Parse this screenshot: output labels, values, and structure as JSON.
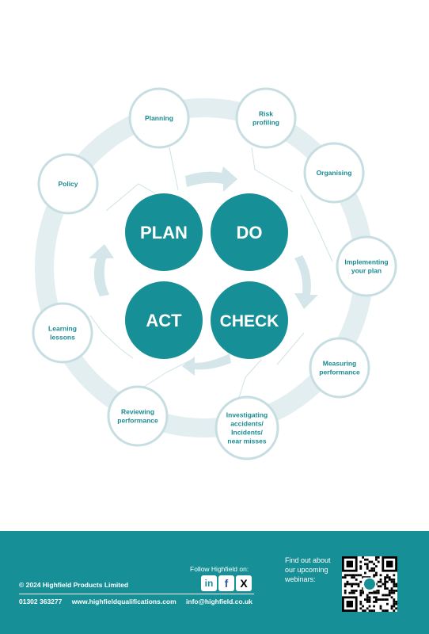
{
  "cycle": {
    "plan": "PLAN",
    "do": "DO",
    "check": "CHECK",
    "act": "ACT"
  },
  "stages": [
    {
      "id": "planning",
      "lines": [
        "Planning"
      ]
    },
    {
      "id": "risk-profiling",
      "lines": [
        "Risk",
        "profiling"
      ]
    },
    {
      "id": "organising",
      "lines": [
        "Organising"
      ]
    },
    {
      "id": "implementing",
      "lines": [
        "Implementing",
        "your plan"
      ]
    },
    {
      "id": "measuring",
      "lines": [
        "Measuring",
        "performance"
      ]
    },
    {
      "id": "investigating",
      "lines": [
        "Investigating",
        "accidents/",
        "Incidents/",
        "near misses"
      ]
    },
    {
      "id": "reviewing",
      "lines": [
        "Reviewing",
        "performance"
      ]
    },
    {
      "id": "learning",
      "lines": [
        "Learning",
        "lessons"
      ]
    },
    {
      "id": "policy",
      "lines": [
        "Policy"
      ]
    }
  ],
  "colors": {
    "teal": "#168f96",
    "ring": "#e3eef0",
    "arrow": "#d5e6ea",
    "node_border": "#c6dde1",
    "node_text": "#1a8a92",
    "footer_bg": "#168f96"
  },
  "footer": {
    "copyright": "© 2024 Highfield Products Limited",
    "phone": "01302 363277",
    "website": "www.highfieldqualifications.com",
    "email": "info@highfield.co.uk",
    "follow": "Follow Highfield on:",
    "social": [
      {
        "name": "linkedin-icon",
        "glyph": "in"
      },
      {
        "name": "facebook-icon",
        "glyph": "f"
      },
      {
        "name": "x-icon",
        "glyph": "X"
      }
    ],
    "webinar_lines": [
      "Find out about",
      "our upcoming",
      "webinars:"
    ]
  }
}
